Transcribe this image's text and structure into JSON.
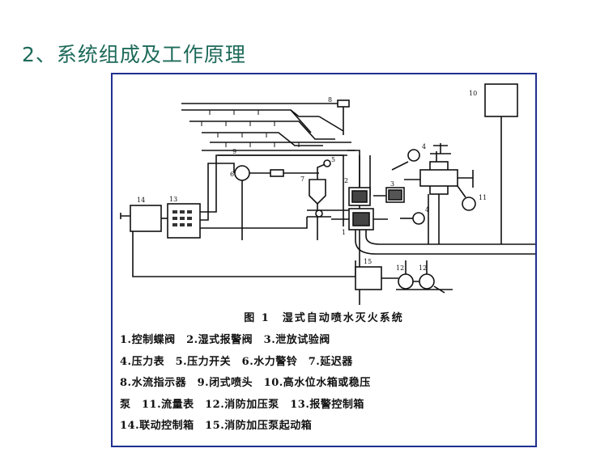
{
  "slide": {
    "title": "2、系统组成及工作原理"
  },
  "figure": {
    "caption": "图 1　湿式自动喷水灭火系统",
    "legend_lines": [
      "1.控制蝶阀　2.湿式报警阀　3.泄放试验阀",
      "4.压力表　5.压力开关　6.水力警铃　7.延迟器",
      "8.水流指示器　9.闭式喷头　10.高水位水箱或稳压",
      "泵　11.流量表　12.消防加压泵　13.报警控制箱",
      "14.联动控制箱　15.消防加压泵起动箱"
    ],
    "diagram_labels": {
      "n1": "1",
      "n2": "2",
      "n3": "3",
      "n4a": "4",
      "n4b": "4",
      "n5": "5",
      "n6": "6",
      "n7": "7",
      "n8": "8",
      "n9": "9",
      "n10": "10",
      "n11": "11",
      "n12a": "12",
      "n12b": "12",
      "n13": "13",
      "n14": "14",
      "n15": "15"
    }
  },
  "colors": {
    "title": "#1d6a5a",
    "frame_border": "#1f2f8f",
    "ink": "#111111"
  }
}
